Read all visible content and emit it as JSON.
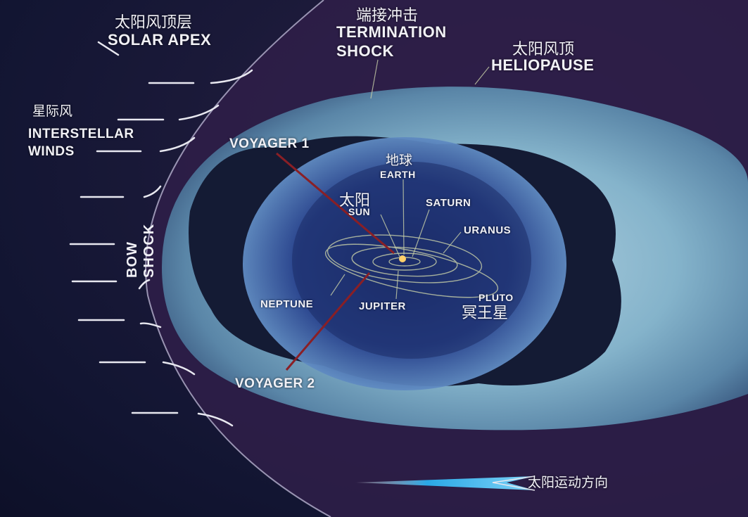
{
  "diagram": {
    "type": "heliosphere-schematic",
    "labels": {
      "solar_apex": {
        "cn": "太阳风顶层",
        "en": "SOLAR APEX"
      },
      "termination_shock": {
        "cn": "端接冲击",
        "en_line1": "TERMINATION",
        "en_line2": "SHOCK"
      },
      "heliopause": {
        "cn": "太阳风顶",
        "en": "HELIOPAUSE"
      },
      "interstellar_winds": {
        "cn": "星际风",
        "en_line1": "INTERSTELLAR",
        "en_line2": "WINDS"
      },
      "bow_shock": {
        "en_line1": "BOW",
        "en_line2": "SHOCK"
      },
      "voyager1": {
        "en": "VOYAGER 1"
      },
      "voyager2": {
        "en": "VOYAGER 2"
      },
      "earth": {
        "cn": "地球",
        "en": "EARTH"
      },
      "sun": {
        "cn": "太阳",
        "en": "SUN"
      },
      "saturn": {
        "en": "SATURN"
      },
      "uranus": {
        "en": "URANUS"
      },
      "neptune": {
        "en": "NEPTUNE"
      },
      "jupiter": {
        "en": "JUPITER"
      },
      "pluto": {
        "cn": "冥王星",
        "en": "PLUTO"
      },
      "sun_motion": {
        "cn": "太阳运动方向"
      }
    },
    "colors": {
      "background": "#131733",
      "bow_shock_band": "#3a2150",
      "heliosheath": "#7fb4cf",
      "inner_region": "#2b4a8f",
      "trajectory": "#8a1f25",
      "label": "#f1f1f6",
      "motion_arrow": "#2aa8e6"
    }
  }
}
